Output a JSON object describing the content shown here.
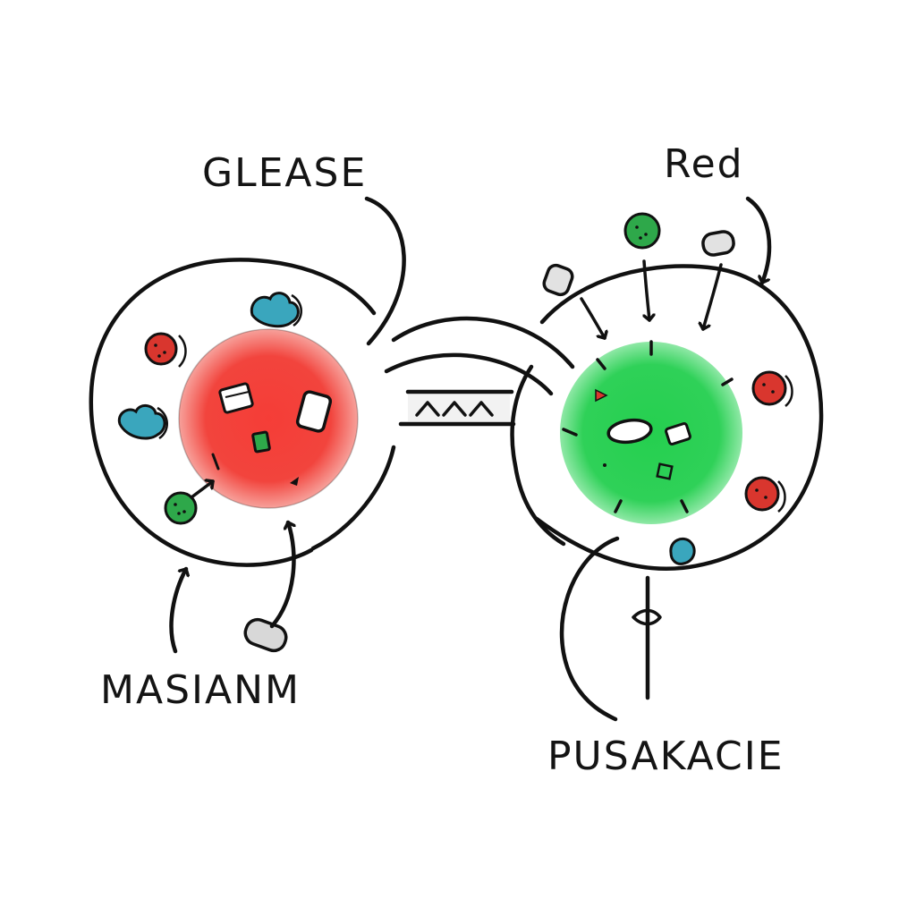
{
  "labels": {
    "top_left": "GLEASE",
    "top_right": "Red",
    "bottom_left": "MASIANM",
    "bottom_right": "PUSAKACIE"
  },
  "colors": {
    "ink": "#111111",
    "red_nucleus": "#f2403a",
    "green_nucleus": "#2bcf55",
    "red_dot": "#d9362e",
    "green_dot": "#2ea84a",
    "blue_blob": "#3aa6bd",
    "grey_capsule": "#d8d8d8"
  }
}
